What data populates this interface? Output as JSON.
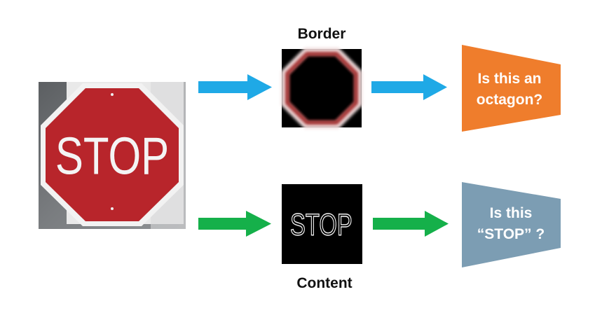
{
  "labels": {
    "border": "Border",
    "content": "Content"
  },
  "source_sign": {
    "text": "STOP"
  },
  "content_image": {
    "text": "STOP"
  },
  "questions": {
    "octagon_line1": "Is this an",
    "octagon_line2": "octagon?",
    "stop_line1": "Is this",
    "stop_line2": "“STOP” ?"
  },
  "colors": {
    "sign_red": "#b8252b",
    "blue_arrow": "#1fa9e6",
    "green_arrow": "#15b04a",
    "orange_box": "#ef7d2c",
    "steel_box": "#7c9db3"
  },
  "icons": {
    "arrow": "right-arrow-icon",
    "octagon": "octagon-shape"
  }
}
